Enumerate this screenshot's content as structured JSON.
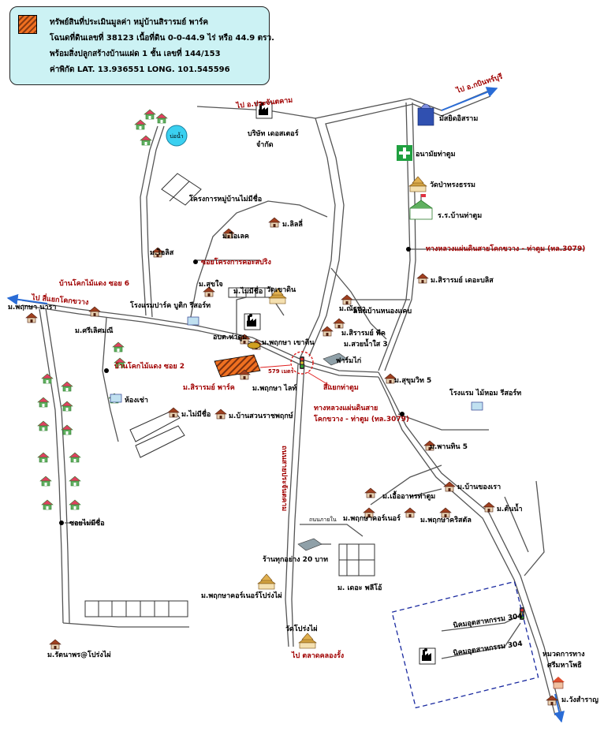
{
  "info": {
    "line1": "ทรัพย์สินที่ประเมินมูลค่า   หมู่บ้านสิรารมย์ พาร์ค",
    "line2": "โฉนดที่ดินเลขที่ 38123 เนื้อที่ดิน 0-0-44.9 ไร่ หรือ 44.9 ตรว.",
    "line3": "พร้อมสิ่งปลูกสร้างบ้านแฝด 1 ชั้น  เลขที่ 144/153",
    "line4": "ค่าพิกัด   LAT. 13.936551  LONG. 101.545596"
  },
  "roads": {
    "to_prachantakham": "ไป อ.ประจันตคาม",
    "to_kabinburi": "ไป อ.กบินทร์บุรี",
    "to_lam_kok_khwang": "ไป สี่แยกโคกขวาง",
    "to_khlong_rung": "ไป ตลาดคลองรั้ง",
    "highway_3079_north": "ทางหลวงแผ่นดินสายโคกขวาง - ท่าตูม (ทล.3079)",
    "highway_3079_south_a": "ทางหลวงแผ่นดินสาย",
    "highway_3079_south_b": "โคกขวาง - ท่าตูม (ทล.3079)",
    "soi_6": "บ้านโคกไม้แดง ซอย 6",
    "soi_2": "บ้านโคกไม้แดง ซอย 2",
    "soi_no_name": "ซอยไม่มีชื่อ",
    "soi_project": "ซอยโครงการคอะสปริง",
    "road_nong_kaeb": "ถนนบ้านหนองแคบ",
    "intersection": "สี่แยกท่าตูม",
    "vertical_road": "ถนนสายประจันตคาม",
    "distance": "579 เมตร",
    "small_road": "ถนนภายใน"
  },
  "places": {
    "subject": "ม.สิรารมย์ พาร์ค",
    "factory_deoster_a": "บริษัท เดอสเตอร์",
    "factory_deoster_b": "จำกัด",
    "mosque": "มัสยิดอิสราม",
    "clinic": "อนามัยท่าตูม",
    "temple_sa": "วัดป่าทรงธรรม",
    "school": "ร.ร.บ้านท่าตูม",
    "sirarom_bless": "ม.สิรารมย์ เดอะบลิส",
    "pond": "บ่อน้ำ",
    "no_name_project": "โครงการหมู่บ้านไม่มีชื่อ",
    "m_lily": "ม.ลิลลี่",
    "m_ilex": "ม.ไอเลค",
    "m_ilis": "ม.ไอลิส",
    "m_suchai": "ม.สุขใจ",
    "hotel_park": "โรงแรมปาร์ค บูติก รีสอร์ท",
    "m_no_name1": "ม.ไม่มีชื่อ",
    "temple_khao_din": "วัดเขาดิน",
    "m_chuta": "ม.ณัฐชา",
    "m_sirarom_peak": "ม.สิรารมย์ พีค",
    "m_suay_nam_sai": "ม.สวยน้ำใส 3",
    "m_phruksa_nara": "ม.พฤกษา นารา",
    "m_sri_lert": "ม.ศรีเลิศมณี",
    "obt": "อบต.ท่าตูม",
    "m_phruksa_khao_din": "ม.พฤกษา เขาดิน",
    "farm": "ฟาร์มไก่",
    "m_phruksa_light": "ม.พฤกษา ไลท์",
    "m_sukhumvit": "ม.สุขุมวิท 5",
    "rent_room": "ห้องเช่า",
    "m_no_name2": "ม.ไม่มีชื่อ",
    "m_ban_suan": "ม.บ้านสวนราชพฤกษ์",
    "hotel_mai_hom": "โรงแรม ไม้หอม รีสอร์ท",
    "m_pannin": "ม.พานทิน 5",
    "m_ban_khong_rao": "ม.บ้านของเรา",
    "m_ua_athon": "ม.เอื้ออาทรท่าตูม",
    "m_phruksa_corner": "ม.พฤกษาคอร์เนอร์",
    "m_phruksa_chris": "ม.พฤกษาคริสตัล",
    "m_ton_nam": "ม.ต้นน้ำ",
    "shop_20": "ร้านทุกอย่าง 20 บาท",
    "m_the_palm": "ม. เดอะ พลีโอ้",
    "m_phruksa_prong": "ม.พฤกษาคอร์เนอร์โปร่งไผ่",
    "temple_prong_phai": "วัดโปร่งไผ่",
    "m_ratna": "ม.รัตนาพร@โปร่งไผ่",
    "industrial_a": "นิคมอุตสาหกรรม 304",
    "industrial_b": "นิคมอุตสาหกรรม 304",
    "kaew_a": "หมวดการทาง",
    "kaew_b": "ศรีมหาโพธิ",
    "m_wang_samran": "ม.วังสำราญ"
  },
  "colors": {
    "road": "#555555",
    "label_red": "#a00000",
    "arrow": "#2a6cd6",
    "highlight": "#e0601a",
    "infobox": "#ccf2f4"
  }
}
